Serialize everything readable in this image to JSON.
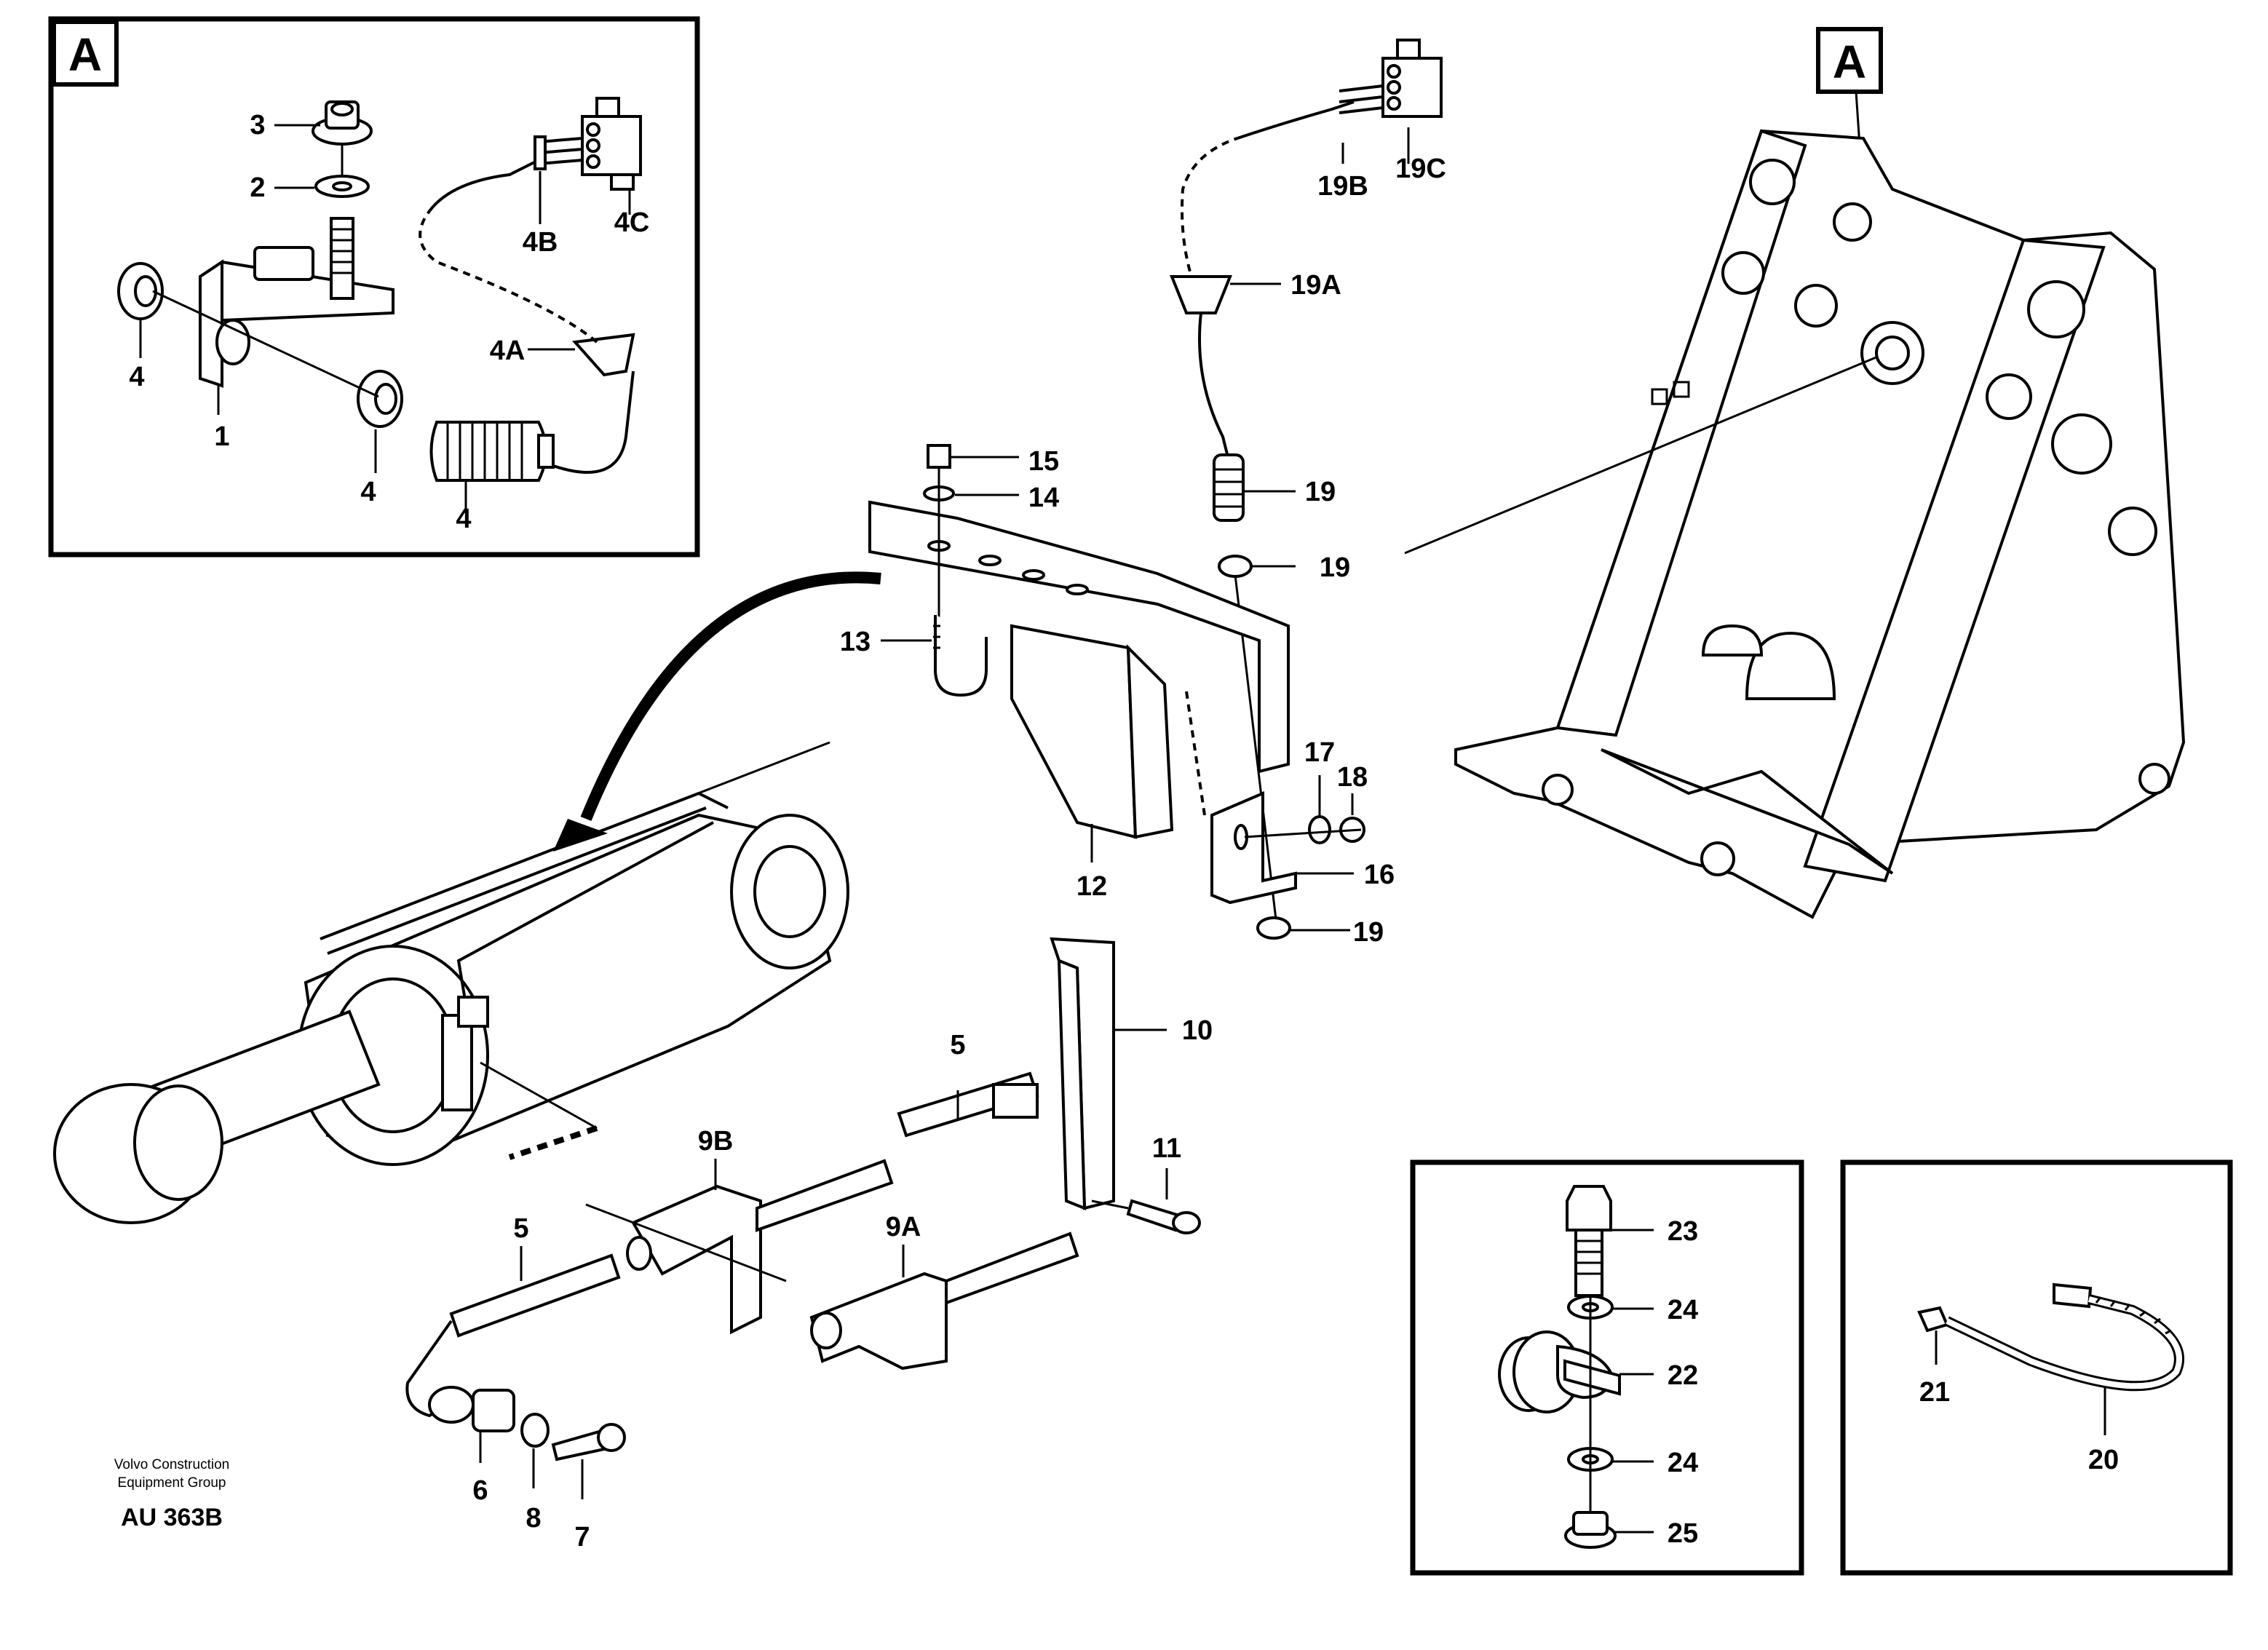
{
  "detail_marker": "A",
  "callouts": {
    "c1": "1",
    "c2": "2",
    "c3": "3",
    "c4a": "4",
    "c4b": "4",
    "c4c": "4",
    "c4A": "4A",
    "c4B": "4B",
    "c4C": "4C",
    "c5a": "5",
    "c5b": "5",
    "c6": "6",
    "c7": "7",
    "c8": "8",
    "c9A": "9A",
    "c9B": "9B",
    "c10": "10",
    "c11": "11",
    "c12": "12",
    "c13": "13",
    "c14": "14",
    "c15": "15",
    "c16": "16",
    "c17": "17",
    "c18": "18",
    "c19a": "19",
    "c19b": "19",
    "c19c": "19",
    "c19A": "19A",
    "c19B": "19B",
    "c19C": "19C",
    "c20": "20",
    "c21": "21",
    "c22": "22",
    "c23": "23",
    "c24a": "24",
    "c24b": "24",
    "c25": "25"
  },
  "footer": {
    "company_line1": "Volvo Construction",
    "company_line2": "Equipment Group",
    "drawing_code": "AU 363B"
  }
}
